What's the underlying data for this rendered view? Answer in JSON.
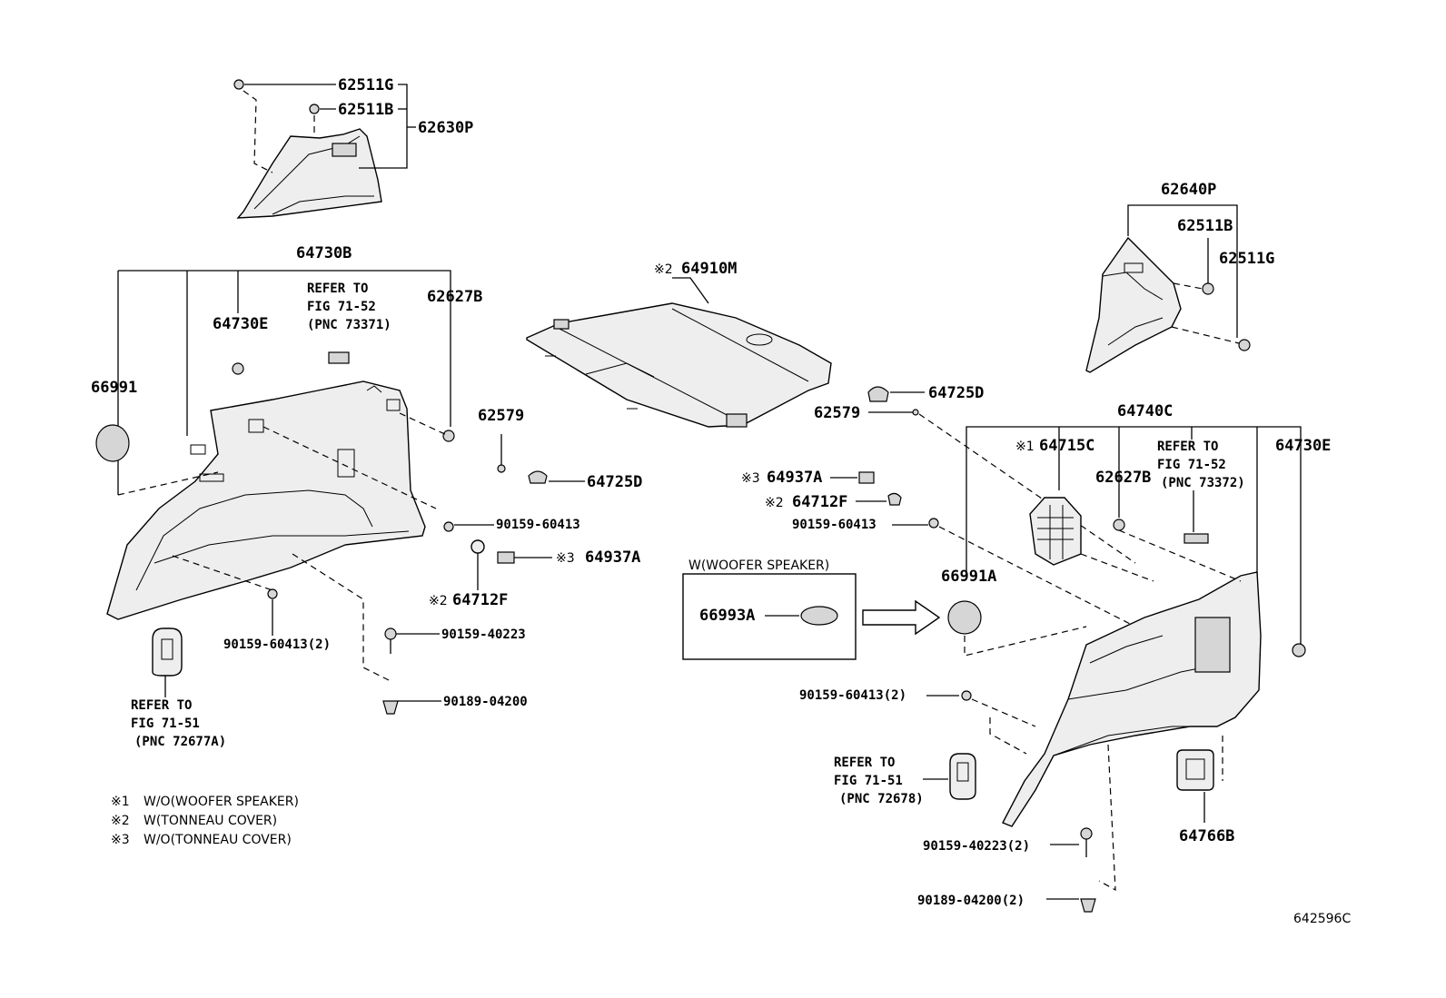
{
  "diagram_id": "642596C",
  "labels": {
    "p62511g_top": "62511G",
    "p62511b_top": "62511B",
    "p62630p": "62630P",
    "p64730b": "64730B",
    "p64730e_left": "64730E",
    "p62627b_left": "62627B",
    "p66991": "66991",
    "p62579_left": "62579",
    "p64725d_left": "64725D",
    "p90159_60413_a": "90159-60413",
    "p64937a_left": "64937A",
    "p64712f_left": "64712F",
    "p90159_60413_2_left": "90159-60413(2)",
    "p90159_40223": "90159-40223",
    "p90189_04200": "90189-04200",
    "p64910m": "64910M",
    "p64725d_right": "64725D",
    "p62579_right": "62579",
    "p64937a_right": "64937A",
    "p64712f_right": "64712F",
    "p90159_60413_b": "90159-60413",
    "p66993a": "66993A",
    "p66991a": "66991A",
    "p62640p": "62640P",
    "p62511b_right": "62511B",
    "p62511g_right": "62511G",
    "p64740c": "64740C",
    "p64715c": "64715C",
    "p62627b_right": "62627B",
    "p64730e_right": "64730E",
    "p90159_60413_2_right": "90159-60413(2)",
    "p90159_40223_2": "90159-40223(2)",
    "p90189_04200_2": "90189-04200(2)",
    "p64766b": "64766B"
  },
  "marks": {
    "m1": "※1",
    "m2": "※2",
    "m3": "※3"
  },
  "refs": {
    "left_top": [
      "REFER TO",
      "FIG 71-52",
      "(PNC 73371)"
    ],
    "left_bottom": [
      "REFER TO",
      "FIG 71-51",
      "(PNC 72677A)"
    ],
    "right_top": [
      "REFER TO",
      "FIG 71-52",
      "(PNC 73372)"
    ],
    "right_bottom": [
      "REFER TO",
      "FIG 71-51",
      "(PNC 72678)"
    ]
  },
  "woofer_box_title": "W(WOOFER SPEAKER)",
  "legend": [
    {
      "mark": "※1",
      "text": "W/O(WOOFER SPEAKER)"
    },
    {
      "mark": "※2",
      "text": "W(TONNEAU COVER)"
    },
    {
      "mark": "※3",
      "text": "W/O(TONNEAU COVER)"
    }
  ]
}
